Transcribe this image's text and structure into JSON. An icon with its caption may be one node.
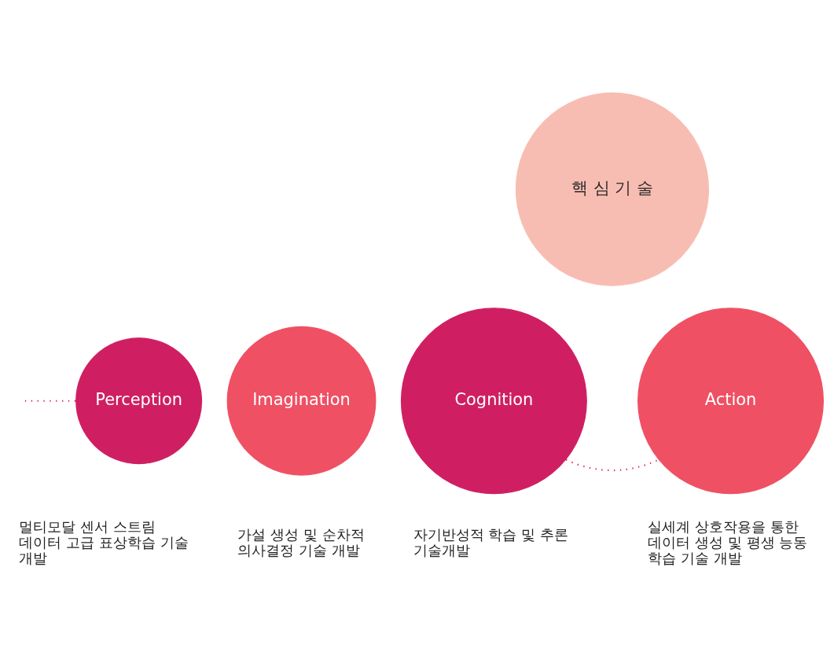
{
  "diagram": {
    "nodes": [
      {
        "text": [
          "핵 심 기 술"
        ]
      },
      {
        "text": [
          "Perception"
        ],
        "beside": [
          "멀티모달 센서 스트림 데이터 고급 표상학습 기술 개발"
        ]
      },
      {
        "text": [
          "Imagination"
        ],
        "beside": [
          "가설 생성 및 순차적 의사결정 기술 개발"
        ]
      },
      {
        "text": [
          "Cognition"
        ],
        "beside": [
          "자기반성적 학습 및 추론 기술개발"
        ]
      },
      {
        "text": [
          "Action"
        ],
        "beside": [
          "실세계 상호작용을 통한 데이터 생성 및 평생 능동 학습 기술 개발"
        ]
      }
    ],
    "edges": [
      {
        "from": null,
        "to": 1,
        "arrow": "none",
        "style": "dashed"
      },
      {
        "from": 3,
        "to": 4,
        "arrow": "none",
        "style": "dashed"
      }
    ]
  }
}
